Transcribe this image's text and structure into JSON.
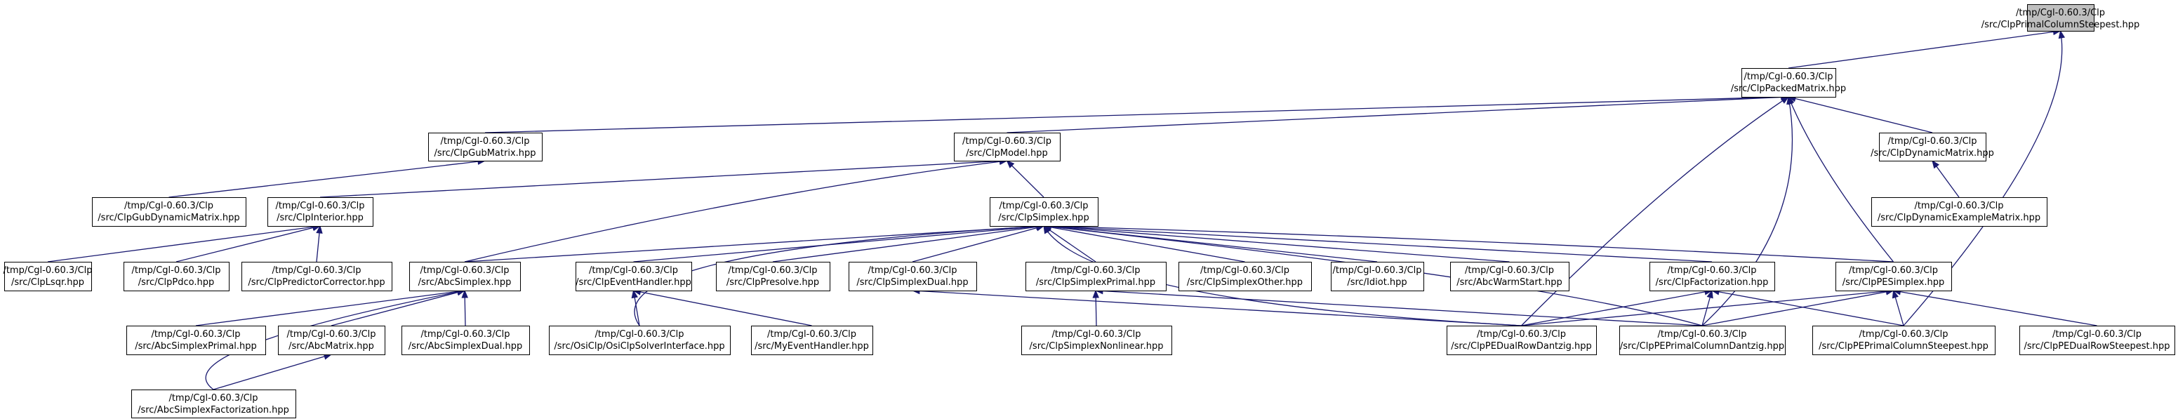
{
  "diagram": {
    "colors": {
      "edge": "#191970",
      "root_fill": "#bfbfbf",
      "node_fill": "#ffffff",
      "node_border": "#000000"
    },
    "nodes": [
      {
        "id": "root",
        "line1": "/tmp/Cgl-0.60.3/Clp",
        "line2": "/src/ClpPrimalColumnSteepest.hpp",
        "root": true
      },
      {
        "id": "packed",
        "line1": "/tmp/Cgl-0.60.3/Clp",
        "line2": "/src/ClpPackedMatrix.hpp"
      },
      {
        "id": "gubmatrix",
        "line1": "/tmp/Cgl-0.60.3/Clp",
        "line2": "/src/ClpGubMatrix.hpp"
      },
      {
        "id": "model",
        "line1": "/tmp/Cgl-0.60.3/Clp",
        "line2": "/src/ClpModel.hpp"
      },
      {
        "id": "dynmatrix",
        "line1": "/tmp/Cgl-0.60.3/Clp",
        "line2": "/src/ClpDynamicMatrix.hpp"
      },
      {
        "id": "gubdyn",
        "line1": "/tmp/Cgl-0.60.3/Clp",
        "line2": "/src/ClpGubDynamicMatrix.hpp"
      },
      {
        "id": "interior",
        "line1": "/tmp/Cgl-0.60.3/Clp",
        "line2": "/src/ClpInterior.hpp"
      },
      {
        "id": "simplex",
        "line1": "/tmp/Cgl-0.60.3/Clp",
        "line2": "/src/ClpSimplex.hpp"
      },
      {
        "id": "dynexample",
        "line1": "/tmp/Cgl-0.60.3/Clp",
        "line2": "/src/ClpDynamicExampleMatrix.hpp"
      },
      {
        "id": "lsqr",
        "line1": "/tmp/Cgl-0.60.3/Clp",
        "line2": "/src/ClpLsqr.hpp"
      },
      {
        "id": "pdco",
        "line1": "/tmp/Cgl-0.60.3/Clp",
        "line2": "/src/ClpPdco.hpp"
      },
      {
        "id": "predcorr",
        "line1": "/tmp/Cgl-0.60.3/Clp",
        "line2": "/src/ClpPredictorCorrector.hpp"
      },
      {
        "id": "abcsimplex",
        "line1": "/tmp/Cgl-0.60.3/Clp",
        "line2": "/src/AbcSimplex.hpp"
      },
      {
        "id": "eventhandler",
        "line1": "/tmp/Cgl-0.60.3/Clp",
        "line2": "/src/ClpEventHandler.hpp"
      },
      {
        "id": "presolve",
        "line1": "/tmp/Cgl-0.60.3/Clp",
        "line2": "/src/ClpPresolve.hpp"
      },
      {
        "id": "simplexdual",
        "line1": "/tmp/Cgl-0.60.3/Clp",
        "line2": "/src/ClpSimplexDual.hpp"
      },
      {
        "id": "simplexprimal",
        "line1": "/tmp/Cgl-0.60.3/Clp",
        "line2": "/src/ClpSimplexPrimal.hpp"
      },
      {
        "id": "simplexother",
        "line1": "/tmp/Cgl-0.60.3/Clp",
        "line2": "/src/ClpSimplexOther.hpp"
      },
      {
        "id": "idiot",
        "line1": "/tmp/Cgl-0.60.3/Clp",
        "line2": "/src/Idiot.hpp"
      },
      {
        "id": "abcwarm",
        "line1": "/tmp/Cgl-0.60.3/Clp",
        "line2": "/src/AbcWarmStart.hpp"
      },
      {
        "id": "factorization",
        "line1": "/tmp/Cgl-0.60.3/Clp",
        "line2": "/src/ClpFactorization.hpp"
      },
      {
        "id": "pesimplex",
        "line1": "/tmp/Cgl-0.60.3/Clp",
        "line2": "/src/ClpPESimplex.hpp"
      },
      {
        "id": "abcprimal",
        "line1": "/tmp/Cgl-0.60.3/Clp",
        "line2": "/src/AbcSimplexPrimal.hpp"
      },
      {
        "id": "abcmatrix",
        "line1": "/tmp/Cgl-0.60.3/Clp",
        "line2": "/src/AbcMatrix.hpp"
      },
      {
        "id": "abcdual",
        "line1": "/tmp/Cgl-0.60.3/Clp",
        "line2": "/src/AbcSimplexDual.hpp"
      },
      {
        "id": "osiclp",
        "line1": "/tmp/Cgl-0.60.3/Clp",
        "line2": "/src/OsiClp/OsiClpSolverInterface.hpp"
      },
      {
        "id": "myevent",
        "line1": "/tmp/Cgl-0.60.3/Clp",
        "line2": "/src/MyEventHandler.hpp"
      },
      {
        "id": "nonlinear",
        "line1": "/tmp/Cgl-0.60.3/Clp",
        "line2": "/src/ClpSimplexNonlinear.hpp"
      },
      {
        "id": "pedualrowdantzig",
        "line1": "/tmp/Cgl-0.60.3/Clp",
        "line2": "/src/ClpPEDualRowDantzig.hpp"
      },
      {
        "id": "peprimalcoldantzig",
        "line1": "/tmp/Cgl-0.60.3/Clp",
        "line2": "/src/ClpPEPrimalColumnDantzig.hpp"
      },
      {
        "id": "peprimalcolsteepest",
        "line1": "/tmp/Cgl-0.60.3/Clp",
        "line2": "/src/ClpPEPrimalColumnSteepest.hpp"
      },
      {
        "id": "pedualrowsteepest",
        "line1": "/tmp/Cgl-0.60.3/Clp",
        "line2": "/src/ClpPEDualRowSteepest.hpp"
      },
      {
        "id": "abcfactorization",
        "line1": "/tmp/Cgl-0.60.3/Clp",
        "line2": "/src/AbcSimplexFactorization.hpp"
      }
    ]
  }
}
